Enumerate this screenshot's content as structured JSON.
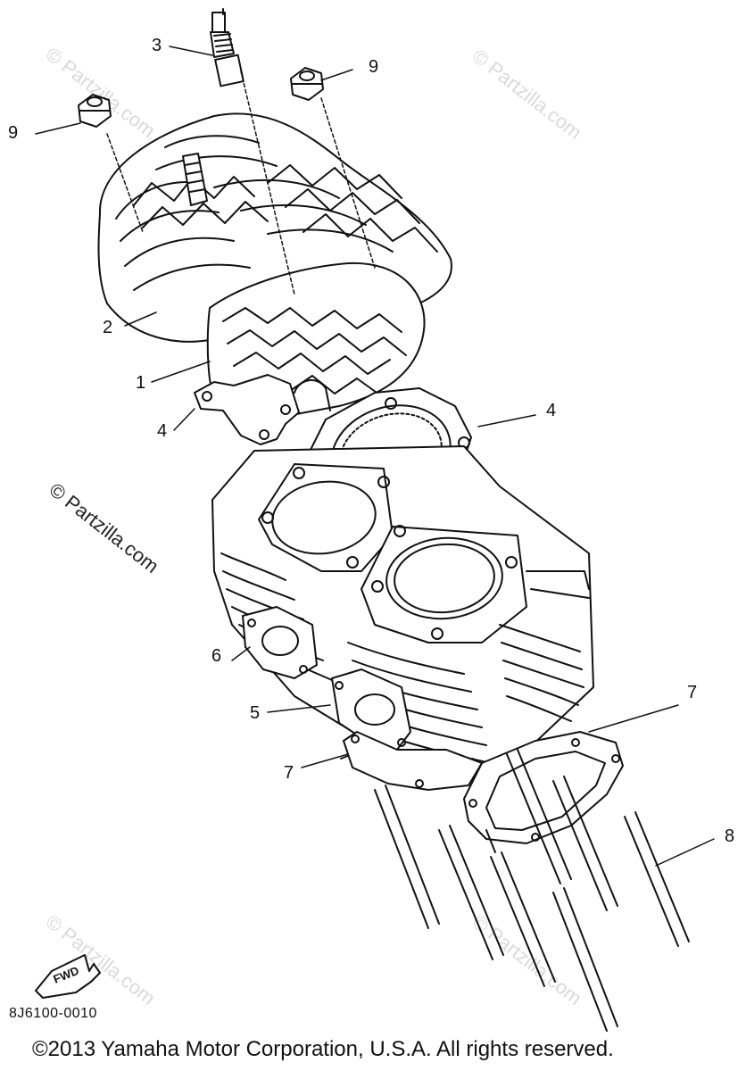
{
  "callouts": [
    {
      "label": "1"
    },
    {
      "label": "2"
    },
    {
      "label": "3"
    },
    {
      "label": "4"
    },
    {
      "label": "4"
    },
    {
      "label": "5"
    },
    {
      "label": "6"
    },
    {
      "label": "7"
    },
    {
      "label": "7"
    },
    {
      "label": "8"
    },
    {
      "label": "9"
    },
    {
      "label": "9"
    }
  ],
  "watermark": "© Partzilla.com",
  "fwd_label": "FWD",
  "diagram_code": "8J6100-0010",
  "copyright": "©2013 Yamaha Motor Corporation, U.S.A. All rights reserved."
}
